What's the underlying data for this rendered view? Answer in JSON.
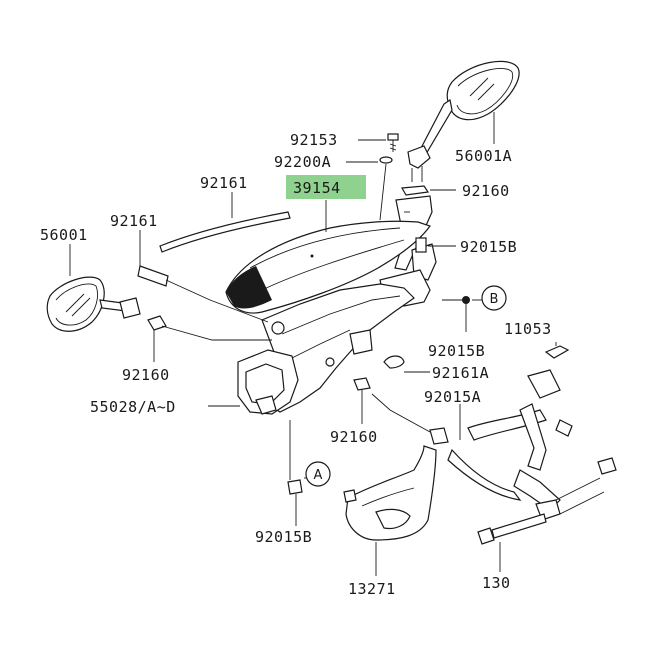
{
  "diagram": {
    "highlight_color": "#8fd18f",
    "callouts": [
      "A",
      "B"
    ],
    "labels": {
      "p92153": "92153",
      "p92200A": "92200A",
      "p56001A": "56001A",
      "p92161_top": "92161",
      "p39154": "39154",
      "p92160_top": "92160",
      "p56001": "56001",
      "p92161_left": "92161",
      "p92015B_right": "92015B",
      "p11053": "11053",
      "p92015B_mid": "92015B",
      "p92161A": "92161A",
      "p92160_left": "92160",
      "p55028": "55028/A~D",
      "p92015A": "92015A",
      "p92160_bottom": "92160",
      "p92015B_bottom": "92015B",
      "p13271": "13271",
      "p130": "130"
    }
  }
}
